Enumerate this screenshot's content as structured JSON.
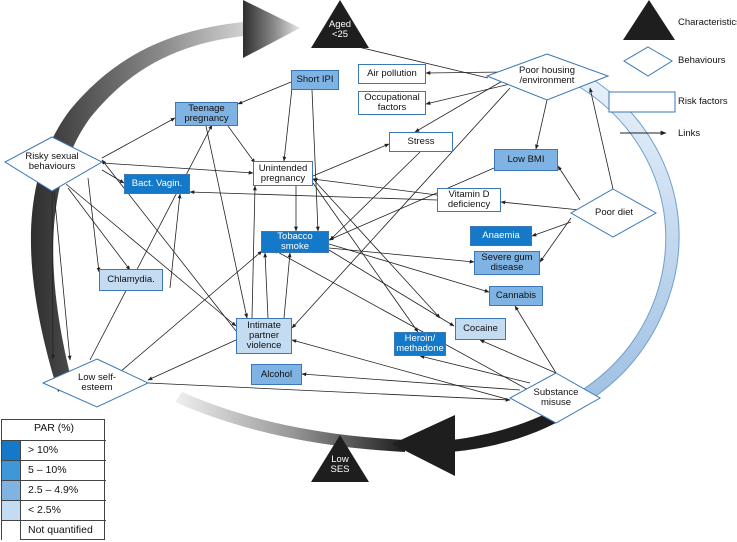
{
  "nodes": {
    "aged": "Aged\n<25",
    "low_ses": "Low\nSES",
    "risky_sexual": "Risky sexual\nbehaviours",
    "poor_housing": "Poor housing\n/environment",
    "poor_diet": "Poor diet",
    "low_self_esteem": "Low self-\nesteem",
    "substance_misuse": "Substance\nmisuse",
    "short_ipi": "Short IPI",
    "teenage_pregnancy": "Teenage\npregnancy",
    "unintended_pregnancy": "Unintended\npregnancy",
    "bact_vagin": "Bact. Vagin.",
    "tobacco_smoke": "Tobacco smoke",
    "air_pollution": "Air pollution",
    "occupational": "Occupational\nfactors",
    "stress": "Stress",
    "low_bmi": "Low BMI",
    "vitamin_d": "Vitamin D\ndeficiency",
    "anaemia": "Anaemia",
    "gum_disease": "Severe gum\ndisease",
    "cannabis": "Cannabis",
    "chlamydia": "Chlamydia.",
    "intimate_partner": "Intimate\npartner\nviolence",
    "cocaine": "Cocaine",
    "heroin": "Heroin/\nmethadone",
    "alcohol": "Alcohol"
  },
  "legend": {
    "characteristics": "Characteristics",
    "behaviours": "Behaviours",
    "risk_factors": "Risk factors",
    "links": "Links"
  },
  "par_legend": {
    "title": "PAR (%)",
    "rows": [
      {
        "label": "> 10%",
        "color": "#1479c8"
      },
      {
        "label": "5 – 10%",
        "color": "#3d97d9"
      },
      {
        "label": "2.5 – 4.9%",
        "color": "#7fb3e3"
      },
      {
        "label": "< 2.5%",
        "color": "#c4dcf2"
      },
      {
        "label": "Not quantified",
        "color": "#ffffff"
      }
    ]
  },
  "colors": {
    "gt10": "#1479c8",
    "p5to10": "#3d97d9",
    "p25to49": "#7fb3e3",
    "lt25": "#c4dcf2",
    "none": "#ffffff",
    "border": "#3b78b5",
    "dark": "#1e1e1e"
  }
}
